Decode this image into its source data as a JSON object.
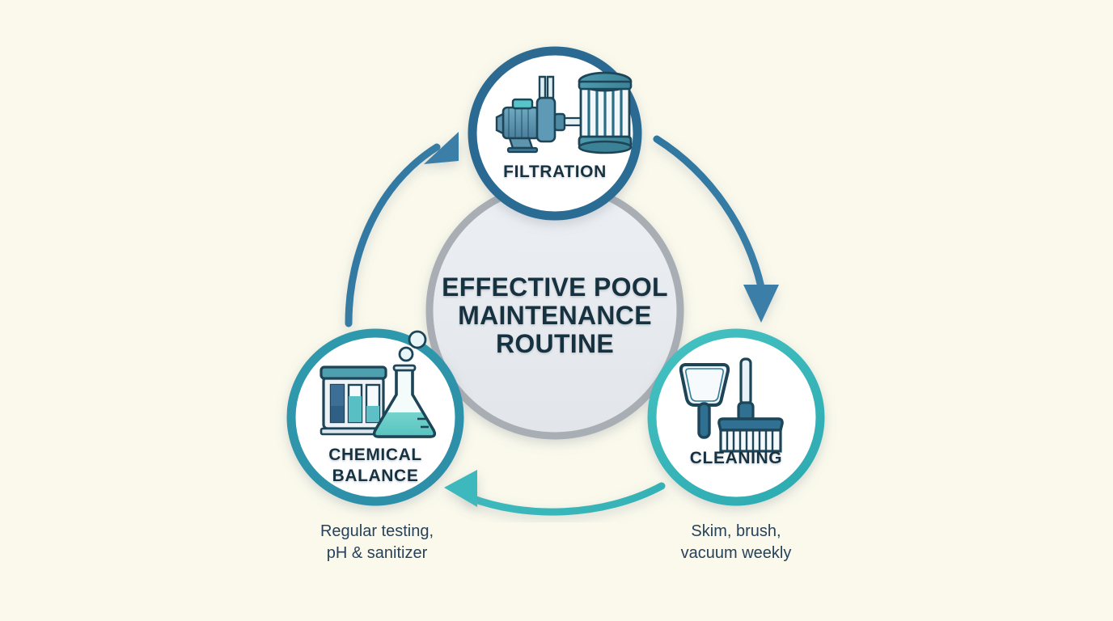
{
  "background_color": "#faf9ec",
  "center": {
    "title_lines": [
      "EFFECTIVE POOL",
      "MAINTENANCE",
      "ROUTINE"
    ],
    "fill_color": "#e8ebef",
    "ring_color": "#a8aeb4"
  },
  "nodes": [
    {
      "id": "filtration",
      "label": "FILTRATION",
      "icon": "pump-and-filter-icon",
      "ring_color": "#2e6e94",
      "fill_color": "#ffffff",
      "caption": ""
    },
    {
      "id": "cleaning",
      "label": "CLEANING",
      "icon": "skimmer-net-and-brush-icon",
      "ring_color": "#3bbcbf",
      "fill_color": "#ffffff",
      "caption": "Skim, brush,\nvacuum weekly",
      "caption_lines": [
        "Skim, brush,",
        "vacuum weekly"
      ]
    },
    {
      "id": "chemical-balance",
      "label_lines": [
        "CHEMICAL",
        "BALANCE"
      ],
      "label": "CHEMICAL BALANCE",
      "icon": "test-strips-and-flask-icon",
      "ring_color": "#2e9cad",
      "fill_color": "#ffffff",
      "caption": "Regular testing,\npH & sanitizer",
      "caption_lines": [
        "Regular testing,",
        "pH & sanitizer"
      ]
    }
  ],
  "arrows": [
    {
      "id": "filtration-to-cleaning",
      "from": "filtration",
      "to": "cleaning",
      "color": "#33729b"
    },
    {
      "id": "cleaning-to-chemical-balance",
      "from": "cleaning",
      "to": "chemical-balance",
      "color": "#33afb5"
    },
    {
      "id": "chemical-balance-to-filtration",
      "from": "chemical-balance",
      "to": "filtration",
      "color": "#2f7fa3"
    }
  ],
  "text_color": "#16303f",
  "caption_color": "#27425a"
}
